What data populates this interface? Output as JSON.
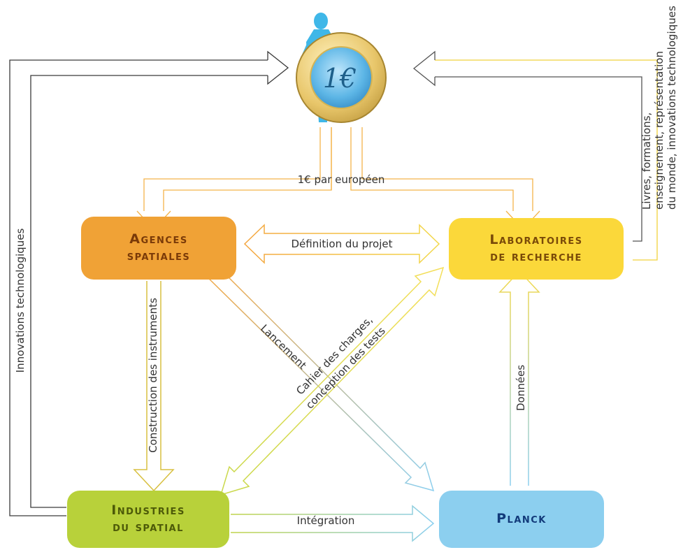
{
  "nodes": {
    "agences": {
      "line1": "Agences",
      "line2": "spatiales",
      "color": "#f0a236",
      "text_color": "#7a3a08"
    },
    "laboratoires": {
      "line1": "Laboratoires",
      "line2": "de recherche",
      "color": "#fbd83a",
      "text_color": "#7a4a08"
    },
    "industries": {
      "line1": "Industries",
      "line2": "du spatial",
      "color": "#b8d13a",
      "text_color": "#4d5a08"
    },
    "planck": {
      "line1": "Planck",
      "color": "#8ccfef",
      "text_color": "#123a7a"
    }
  },
  "coin": {
    "symbol": "1€",
    "color_gold": "#e8c66a",
    "color_blue": "#4faee0",
    "figure_color": "#3fb7e8"
  },
  "edge_labels": {
    "par_europeen": "1€ par européen",
    "definition": "Définition du projet",
    "construction": "Construction des instruments",
    "lancement": "Lancement",
    "cahier_line1": "Cahier des charges,",
    "cahier_line2": "conception des tests",
    "donnees": "Données",
    "integration": "Intégration",
    "innovations": "Innovations technologiques",
    "livres_line1": "Livres, formations,",
    "livres_line2": "enseignement, représentation",
    "livres_line3": "du monde, innovations technologiques"
  },
  "colors": {
    "arrow_orange": "#f4b44a",
    "arrow_yellow": "#f0d23c",
    "arrow_blue": "#8ccfef",
    "arrow_green": "#a8c43a",
    "arrow_dark": "#3a3a3a"
  }
}
